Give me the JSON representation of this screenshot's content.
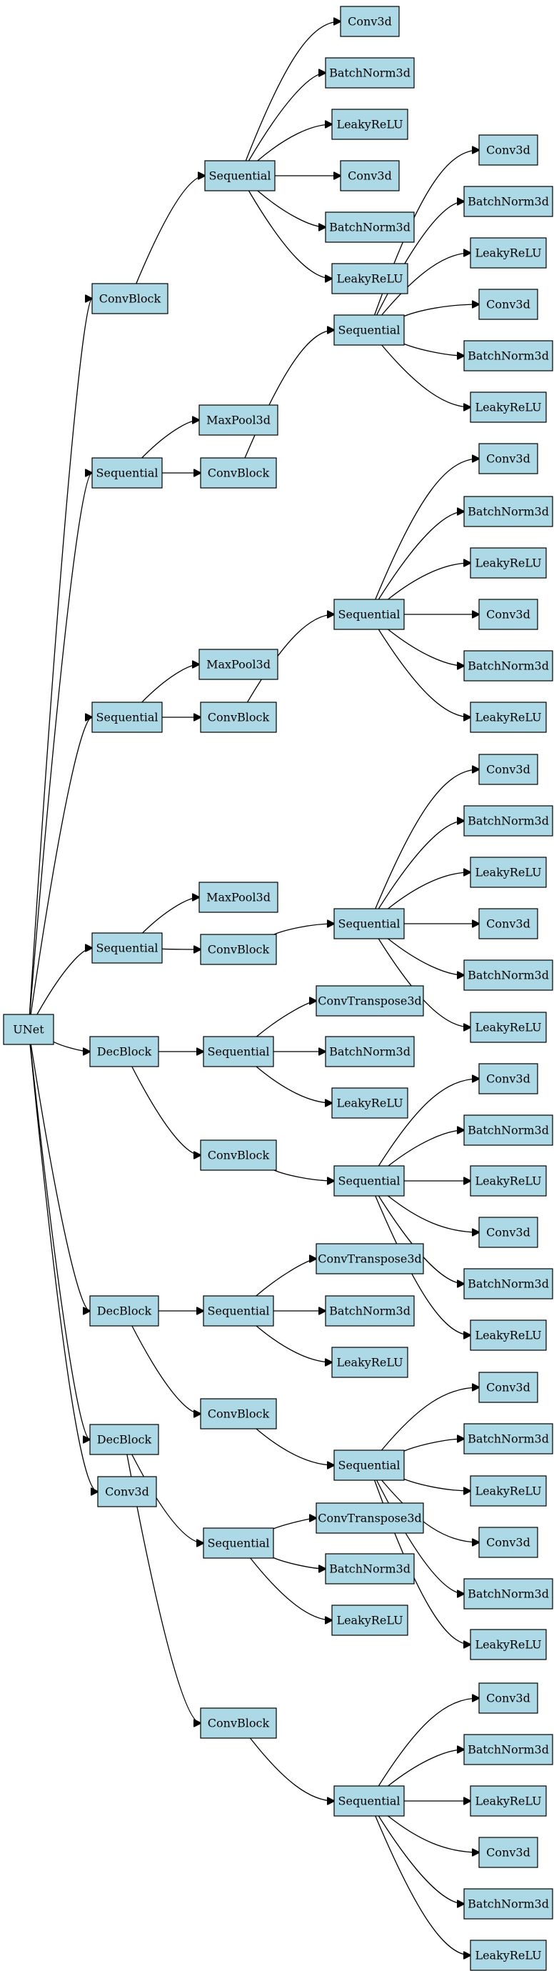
{
  "nodes": [
    {
      "id": "unet",
      "label": "UNet"
    },
    {
      "id": "cb_enc1",
      "label": "ConvBlock"
    },
    {
      "id": "seq_enc1",
      "label": "Sequential"
    },
    {
      "id": "c1_conv1",
      "label": "Conv3d"
    },
    {
      "id": "c1_bn1",
      "label": "BatchNorm3d"
    },
    {
      "id": "c1_lr1",
      "label": "LeakyReLU"
    },
    {
      "id": "c1_conv2",
      "label": "Conv3d"
    },
    {
      "id": "c1_bn2",
      "label": "BatchNorm3d"
    },
    {
      "id": "c1_lr2",
      "label": "LeakyReLU"
    },
    {
      "id": "down1",
      "label": "Sequential"
    },
    {
      "id": "down1_mp",
      "label": "MaxPool3d"
    },
    {
      "id": "down1_cb",
      "label": "ConvBlock"
    },
    {
      "id": "down1_seq",
      "label": "Sequential"
    },
    {
      "id": "d1_conv1",
      "label": "Conv3d"
    },
    {
      "id": "d1_bn1",
      "label": "BatchNorm3d"
    },
    {
      "id": "d1_lr1",
      "label": "LeakyReLU"
    },
    {
      "id": "d1_conv2",
      "label": "Conv3d"
    },
    {
      "id": "d1_bn2",
      "label": "BatchNorm3d"
    },
    {
      "id": "d1_lr2",
      "label": "LeakyReLU"
    },
    {
      "id": "down2",
      "label": "Sequential"
    },
    {
      "id": "down2_mp",
      "label": "MaxPool3d"
    },
    {
      "id": "down2_cb",
      "label": "ConvBlock"
    },
    {
      "id": "down2_seq",
      "label": "Sequential"
    },
    {
      "id": "d2_conv1",
      "label": "Conv3d"
    },
    {
      "id": "d2_bn1",
      "label": "BatchNorm3d"
    },
    {
      "id": "d2_lr1",
      "label": "LeakyReLU"
    },
    {
      "id": "d2_conv2",
      "label": "Conv3d"
    },
    {
      "id": "d2_bn2",
      "label": "BatchNorm3d"
    },
    {
      "id": "d2_lr2",
      "label": "LeakyReLU"
    },
    {
      "id": "down3",
      "label": "Sequential"
    },
    {
      "id": "down3_mp",
      "label": "MaxPool3d"
    },
    {
      "id": "down3_cb",
      "label": "ConvBlock"
    },
    {
      "id": "down3_seq",
      "label": "Sequential"
    },
    {
      "id": "d3_conv1",
      "label": "Conv3d"
    },
    {
      "id": "d3_bn1",
      "label": "BatchNorm3d"
    },
    {
      "id": "d3_lr1",
      "label": "LeakyReLU"
    },
    {
      "id": "d3_conv2",
      "label": "Conv3d"
    },
    {
      "id": "d3_bn2",
      "label": "BatchNorm3d"
    },
    {
      "id": "d3_lr2",
      "label": "LeakyReLU"
    },
    {
      "id": "dec1",
      "label": "DecBlock"
    },
    {
      "id": "dec1_seq",
      "label": "Sequential"
    },
    {
      "id": "dec1_ct",
      "label": "ConvTranspose3d"
    },
    {
      "id": "dec1_bn",
      "label": "BatchNorm3d"
    },
    {
      "id": "dec1_lr",
      "label": "LeakyReLU"
    },
    {
      "id": "dec1_cb",
      "label": "ConvBlock"
    },
    {
      "id": "dec1_cbseq",
      "label": "Sequential"
    },
    {
      "id": "e1_conv1",
      "label": "Conv3d"
    },
    {
      "id": "e1_bn1",
      "label": "BatchNorm3d"
    },
    {
      "id": "e1_lr1",
      "label": "LeakyReLU"
    },
    {
      "id": "e1_conv2",
      "label": "Conv3d"
    },
    {
      "id": "e1_bn2",
      "label": "BatchNorm3d"
    },
    {
      "id": "e1_lr2",
      "label": "LeakyReLU"
    },
    {
      "id": "dec2",
      "label": "DecBlock"
    },
    {
      "id": "dec2_seq",
      "label": "Sequential"
    },
    {
      "id": "dec2_ct",
      "label": "ConvTranspose3d"
    },
    {
      "id": "dec2_bn",
      "label": "BatchNorm3d"
    },
    {
      "id": "dec2_lr",
      "label": "LeakyReLU"
    },
    {
      "id": "dec2_cb",
      "label": "ConvBlock"
    },
    {
      "id": "dec2_cbseq",
      "label": "Sequential"
    },
    {
      "id": "e2_conv1",
      "label": "Conv3d"
    },
    {
      "id": "e2_bn1",
      "label": "BatchNorm3d"
    },
    {
      "id": "e2_lr1",
      "label": "LeakyReLU"
    },
    {
      "id": "e2_conv2",
      "label": "Conv3d"
    },
    {
      "id": "e2_bn2",
      "label": "BatchNorm3d"
    },
    {
      "id": "e2_lr2",
      "label": "LeakyReLU"
    },
    {
      "id": "dec3",
      "label": "DecBlock"
    },
    {
      "id": "dec3_seq",
      "label": "Sequential"
    },
    {
      "id": "dec3_ct",
      "label": "ConvTranspose3d"
    },
    {
      "id": "dec3_bn",
      "label": "BatchNorm3d"
    },
    {
      "id": "dec3_lr",
      "label": "LeakyReLU"
    },
    {
      "id": "dec3_cb",
      "label": "ConvBlock"
    },
    {
      "id": "dec3_cbseq",
      "label": "Sequential"
    },
    {
      "id": "e3_conv1",
      "label": "Conv3d"
    },
    {
      "id": "e3_bn1",
      "label": "BatchNorm3d"
    },
    {
      "id": "e3_lr1",
      "label": "LeakyReLU"
    },
    {
      "id": "e3_conv2",
      "label": "Conv3d"
    },
    {
      "id": "e3_bn2",
      "label": "BatchNorm3d"
    },
    {
      "id": "e3_lr2",
      "label": "LeakyReLU"
    },
    {
      "id": "final_conv",
      "label": "Conv3d"
    }
  ],
  "edges": [
    [
      "unet",
      "cb_enc1"
    ],
    [
      "unet",
      "down1"
    ],
    [
      "unet",
      "down2"
    ],
    [
      "unet",
      "down3"
    ],
    [
      "unet",
      "dec1"
    ],
    [
      "unet",
      "dec2"
    ],
    [
      "unet",
      "dec3"
    ],
    [
      "unet",
      "final_conv"
    ],
    [
      "cb_enc1",
      "seq_enc1"
    ],
    [
      "seq_enc1",
      "c1_conv1"
    ],
    [
      "seq_enc1",
      "c1_bn1"
    ],
    [
      "seq_enc1",
      "c1_lr1"
    ],
    [
      "seq_enc1",
      "c1_conv2"
    ],
    [
      "seq_enc1",
      "c1_bn2"
    ],
    [
      "seq_enc1",
      "c1_lr2"
    ],
    [
      "down1",
      "down1_mp"
    ],
    [
      "down1",
      "down1_cb"
    ],
    [
      "down1_cb",
      "down1_seq"
    ],
    [
      "down1_seq",
      "d1_conv1"
    ],
    [
      "down1_seq",
      "d1_bn1"
    ],
    [
      "down1_seq",
      "d1_lr1"
    ],
    [
      "down1_seq",
      "d1_conv2"
    ],
    [
      "down1_seq",
      "d1_bn2"
    ],
    [
      "down1_seq",
      "d1_lr2"
    ],
    [
      "down2",
      "down2_mp"
    ],
    [
      "down2",
      "down2_cb"
    ],
    [
      "down2_cb",
      "down2_seq"
    ],
    [
      "down2_seq",
      "d2_conv1"
    ],
    [
      "down2_seq",
      "d2_bn1"
    ],
    [
      "down2_seq",
      "d2_lr1"
    ],
    [
      "down2_seq",
      "d2_conv2"
    ],
    [
      "down2_seq",
      "d2_bn2"
    ],
    [
      "down2_seq",
      "d2_lr2"
    ],
    [
      "down3",
      "down3_mp"
    ],
    [
      "down3",
      "down3_cb"
    ],
    [
      "down3_cb",
      "down3_seq"
    ],
    [
      "down3_seq",
      "d3_conv1"
    ],
    [
      "down3_seq",
      "d3_bn1"
    ],
    [
      "down3_seq",
      "d3_lr1"
    ],
    [
      "down3_seq",
      "d3_conv2"
    ],
    [
      "down3_seq",
      "d3_bn2"
    ],
    [
      "down3_seq",
      "d3_lr2"
    ],
    [
      "dec1",
      "dec1_seq"
    ],
    [
      "dec1",
      "dec1_cb"
    ],
    [
      "dec1_seq",
      "dec1_ct"
    ],
    [
      "dec1_seq",
      "dec1_bn"
    ],
    [
      "dec1_seq",
      "dec1_lr"
    ],
    [
      "dec1_cb",
      "dec1_cbseq"
    ],
    [
      "dec1_cbseq",
      "e1_conv1"
    ],
    [
      "dec1_cbseq",
      "e1_bn1"
    ],
    [
      "dec1_cbseq",
      "e1_lr1"
    ],
    [
      "dec1_cbseq",
      "e1_conv2"
    ],
    [
      "dec1_cbseq",
      "e1_bn2"
    ],
    [
      "dec1_cbseq",
      "e1_lr2"
    ],
    [
      "dec2",
      "dec2_seq"
    ],
    [
      "dec2",
      "dec2_cb"
    ],
    [
      "dec2_seq",
      "dec2_ct"
    ],
    [
      "dec2_seq",
      "dec2_bn"
    ],
    [
      "dec2_seq",
      "dec2_lr"
    ],
    [
      "dec2_cb",
      "dec2_cbseq"
    ],
    [
      "dec2_cbseq",
      "e2_conv1"
    ],
    [
      "dec2_cbseq",
      "e2_bn1"
    ],
    [
      "dec2_cbseq",
      "e2_lr1"
    ],
    [
      "dec2_cbseq",
      "e2_conv2"
    ],
    [
      "dec2_cbseq",
      "e2_bn2"
    ],
    [
      "dec2_cbseq",
      "e2_lr2"
    ],
    [
      "dec3",
      "dec3_seq"
    ],
    [
      "dec3",
      "dec3_cb"
    ],
    [
      "dec3_seq",
      "dec3_ct"
    ],
    [
      "dec3_seq",
      "dec3_bn"
    ],
    [
      "dec3_seq",
      "dec3_lr"
    ],
    [
      "dec3_cb",
      "dec3_cbseq"
    ],
    [
      "dec3_cbseq",
      "e3_conv1"
    ],
    [
      "dec3_cbseq",
      "e3_bn1"
    ],
    [
      "dec3_cbseq",
      "e3_lr1"
    ],
    [
      "dec3_cbseq",
      "e3_conv2"
    ],
    [
      "dec3_cbseq",
      "e3_bn2"
    ],
    [
      "dec3_cbseq",
      "e3_lr2"
    ]
  ],
  "colors": {
    "node_fill": "#add8e6",
    "node_stroke": "#000000",
    "edge": "#000000"
  }
}
